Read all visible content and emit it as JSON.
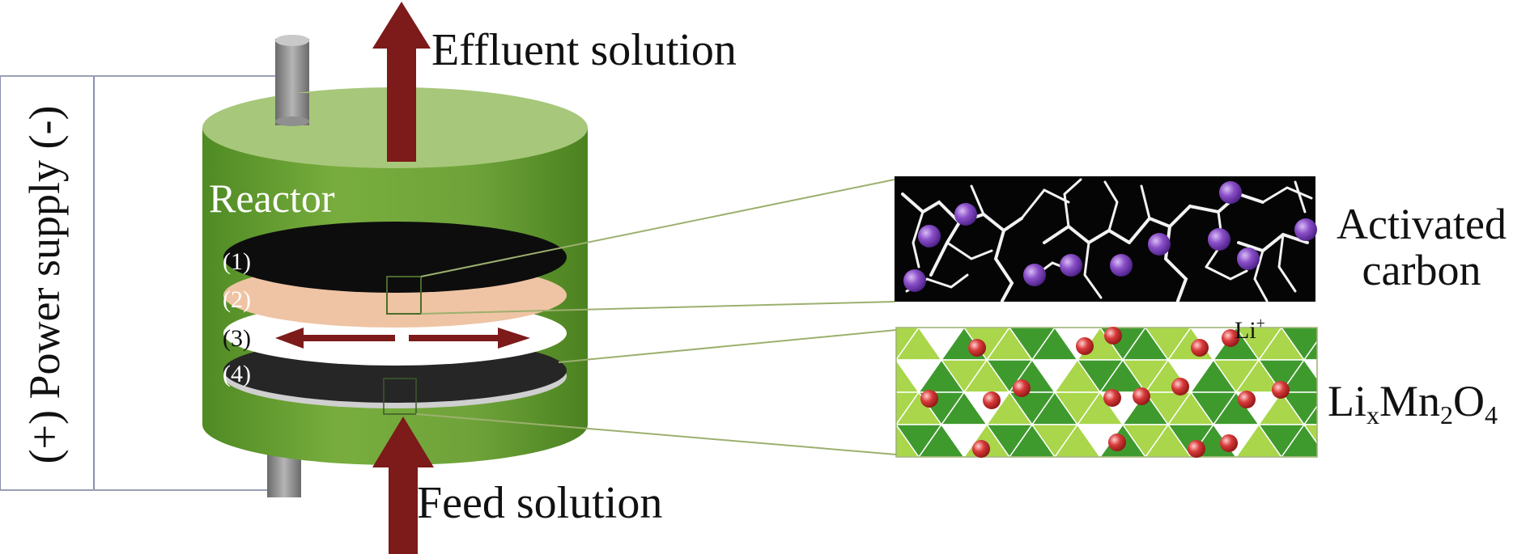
{
  "labels": {
    "effluent": "Effluent solution",
    "feed": "Feed solution",
    "reactor": "Reactor",
    "power_supply": "(+) Power supply (-)",
    "layer1": "(1)",
    "layer2": "(2)",
    "layer3": "(3)",
    "layer4": "(4)",
    "activated_line1": "Activated",
    "activated_line2": "carbon",
    "lmo_li": "Li",
    "lmo_x": "x",
    "lmo_mn": "Mn",
    "lmo_2": "2",
    "lmo_o": "O",
    "lmo_4": "4",
    "li_ion": "Li",
    "li_ion_charge": "+"
  },
  "colors": {
    "arrow": "#7d1a1a",
    "reactor_body": "#6ea33a",
    "reactor_top": "#a7c77a",
    "layer_carbon": "#0d0d0d",
    "layer_separator": "#efc4a4",
    "layer_channel": "#ffffff",
    "layer_lmo": "#262626",
    "lmo_light": "#a9d64a",
    "lmo_dark": "#3f9a2e",
    "li_ion": "#d83a3a",
    "adsorbed_ion": "#8a4fc8"
  }
}
